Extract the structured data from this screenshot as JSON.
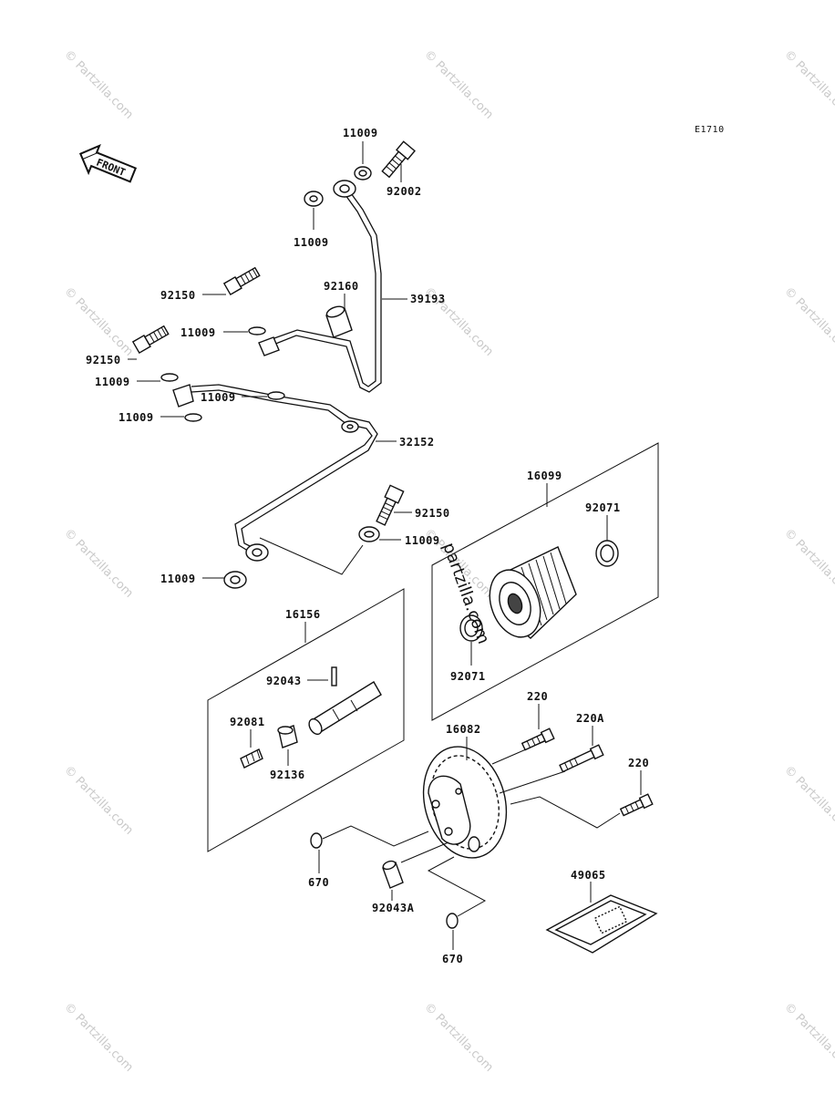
{
  "diagram_code": "E1710",
  "front_label": "FRONT",
  "watermark_text": "© Partzilla.com",
  "center_watermark": "partzilla.com",
  "parts": {
    "washer_top_a": "11009",
    "banjo_bolt_top": "92002",
    "washer_top_b": "11009",
    "pipe_upper": "39193",
    "collar": "92160",
    "bolt_left_a": "92150",
    "washer_left_a": "11009",
    "washer_mid": "11009",
    "bolt_left_b": "92150",
    "washer_left_b": "11009",
    "washer_left_c": "11009",
    "pipe_lower": "32152",
    "bolt_center": "92150",
    "washer_center": "11009",
    "washer_bottom_left": "11009",
    "filter_assy": "16099",
    "filter_seal_top": "92071",
    "filter_seal_bottom": "92071",
    "shaft_assy": "16156",
    "pin": "92043",
    "spring": "92081",
    "shaft_collar": "92136",
    "pump_assy": "16082",
    "screw_a": "220",
    "screw_b": "220A",
    "screw_c": "220",
    "o_ring_left": "670",
    "dowel_pin": "92043A",
    "o_ring_bottom": "670",
    "label_plate": "49065"
  }
}
